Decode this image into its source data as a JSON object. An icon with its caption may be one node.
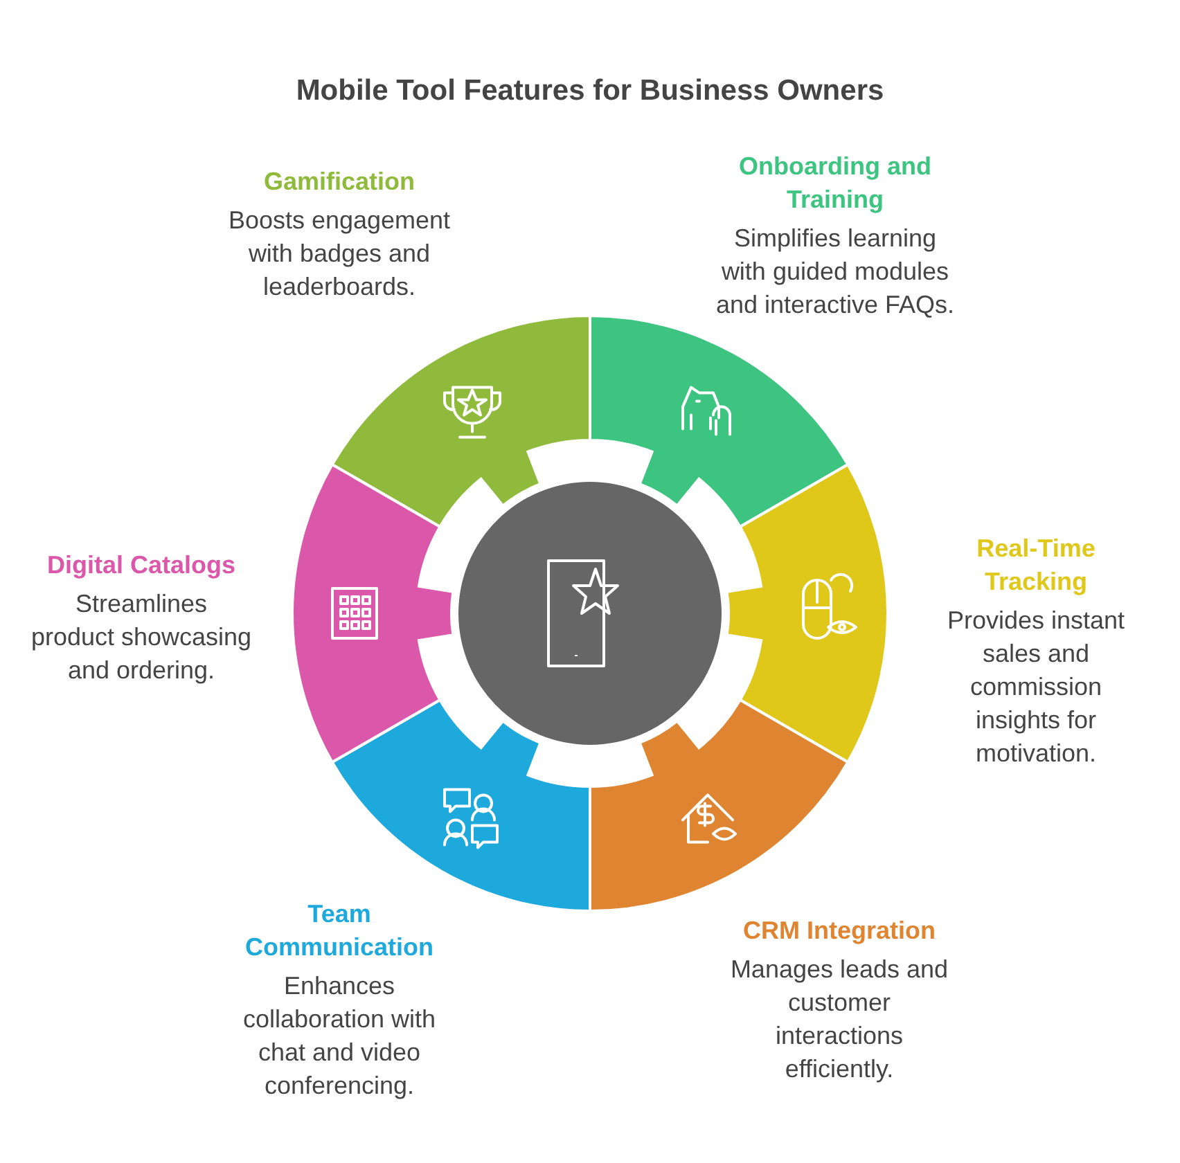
{
  "diagram": {
    "title": "Mobile Tool Features for Business Owners",
    "nodes": [
      {
        "text": [
          "Gamification",
          "Boosts engagement with badges and leaderboards."
        ]
      },
      {
        "text": [
          "Onboarding and Training",
          "Simplifies learning with guided modules and interactive FAQs."
        ]
      },
      {
        "text": [
          "Real-Time Tracking",
          "Provides instant sales and commission insights for motivation."
        ]
      },
      {
        "text": [
          "CRM Integration",
          "Manages leads and customer interactions efficiently."
        ]
      },
      {
        "text": [
          "Team Communication",
          "Enhances collaboration with chat and video conferencing."
        ]
      },
      {
        "text": [
          "Digital Catalogs",
          "Streamlines product showcasing and ordering."
        ]
      },
      {
        "text": [],
        "shape": "circle"
      }
    ],
    "edges": []
  }
}
